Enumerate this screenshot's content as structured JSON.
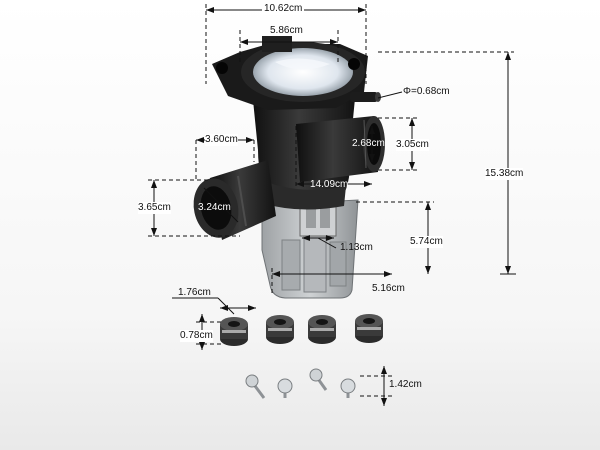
{
  "labels": {
    "width_total": "10.62cm",
    "top_ring": "5.86cm",
    "hose_diameter": "Φ=0.68cm",
    "left_outlet_length": "3.60cm",
    "right_inlet_inner": "2.68cm",
    "right_inlet_outer": "3.05cm",
    "center_span": "14.09cm",
    "height_total": "15.38cm",
    "left_outlet_height": "3.65cm",
    "left_outlet_inner": "3.24cm",
    "motor_height": "5.74cm",
    "connector_width": "1.13cm",
    "base_width": "5.16cm",
    "grommet_width": "1.76cm",
    "grommet_thickness": "0.78cm",
    "screw_height": "1.42cm"
  },
  "colors": {
    "dimension_line": "#111111",
    "pump_body": "#1e1e1e",
    "motor_housing": "#b9bcbf"
  }
}
